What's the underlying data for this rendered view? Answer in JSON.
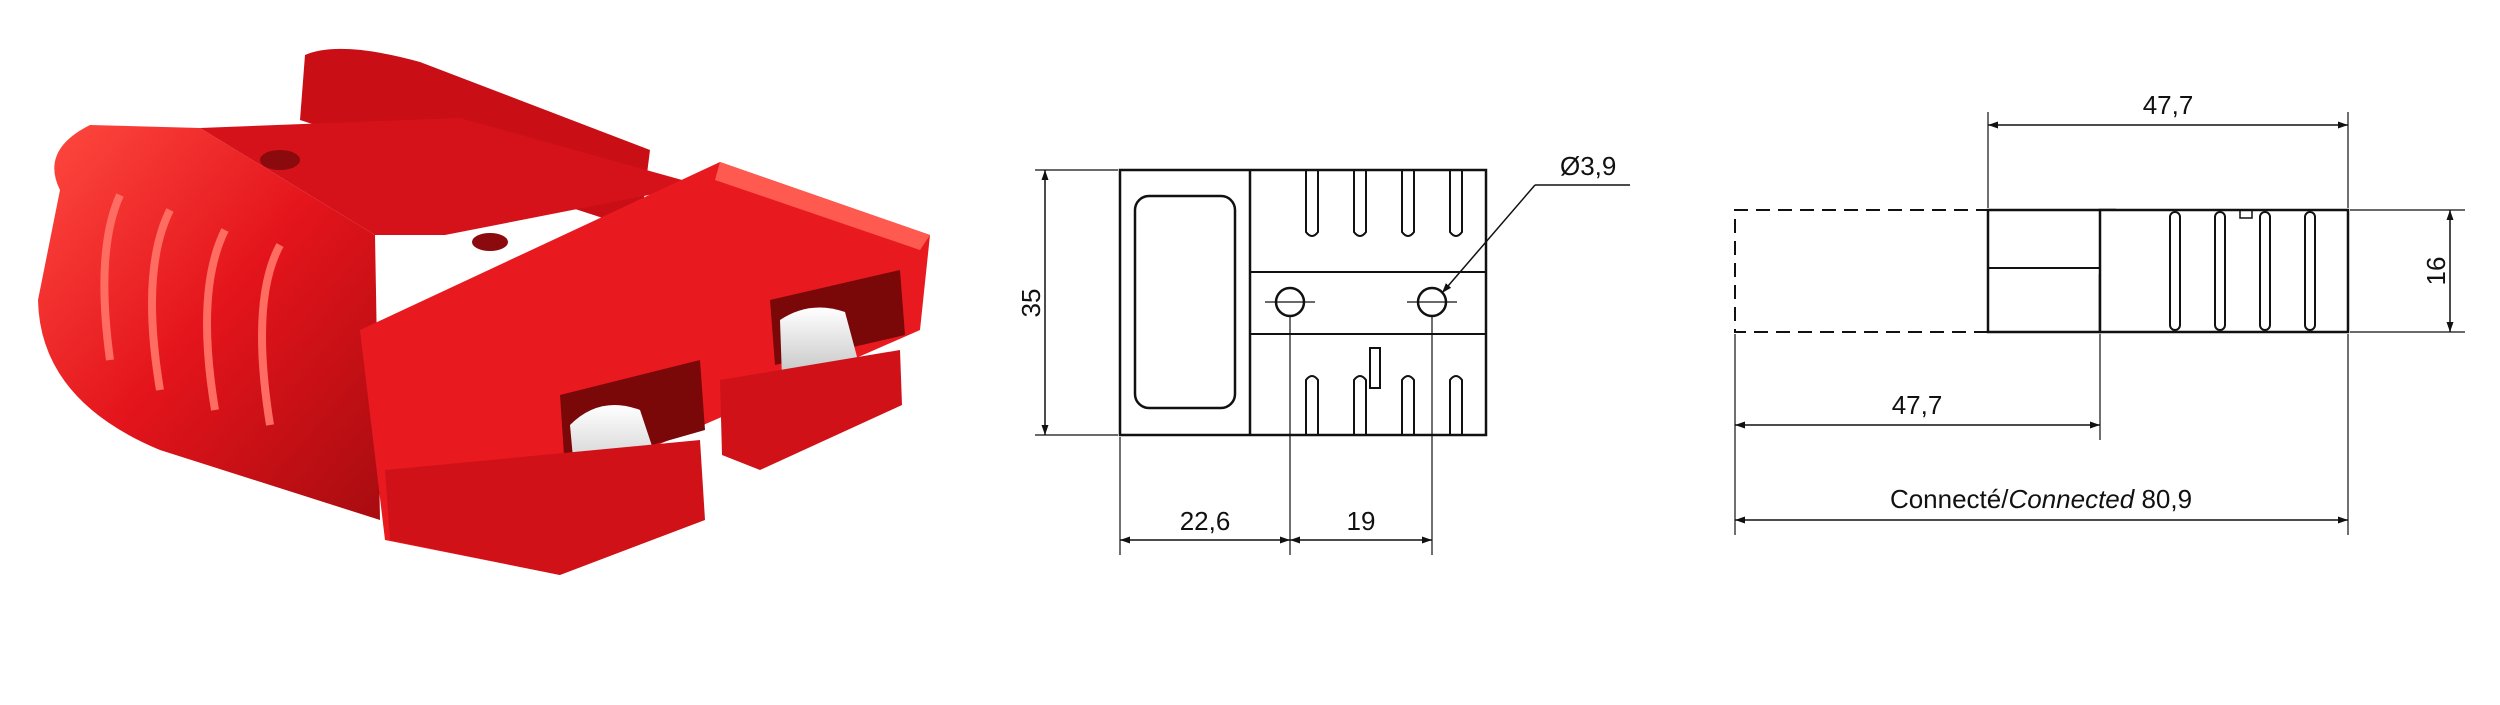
{
  "colors": {
    "connector_red": "#e3141b",
    "connector_dark_red": "#a80c10",
    "connector_highlight": "#ff5a4f",
    "contact_silver": "#dcdcdc",
    "line": "#111111"
  },
  "front_view": {
    "dim_height": "35",
    "dim_width_left": "22,6",
    "dim_width_right": "19",
    "dim_hole": "Ø3,9"
  },
  "side_view": {
    "dim_top": "47,7",
    "dim_mid": "47,7",
    "dim_height": "16",
    "dim_connected_prefix": "Connecté/",
    "dim_connected_italic": "Connected",
    "dim_connected_value": " 80,9"
  }
}
